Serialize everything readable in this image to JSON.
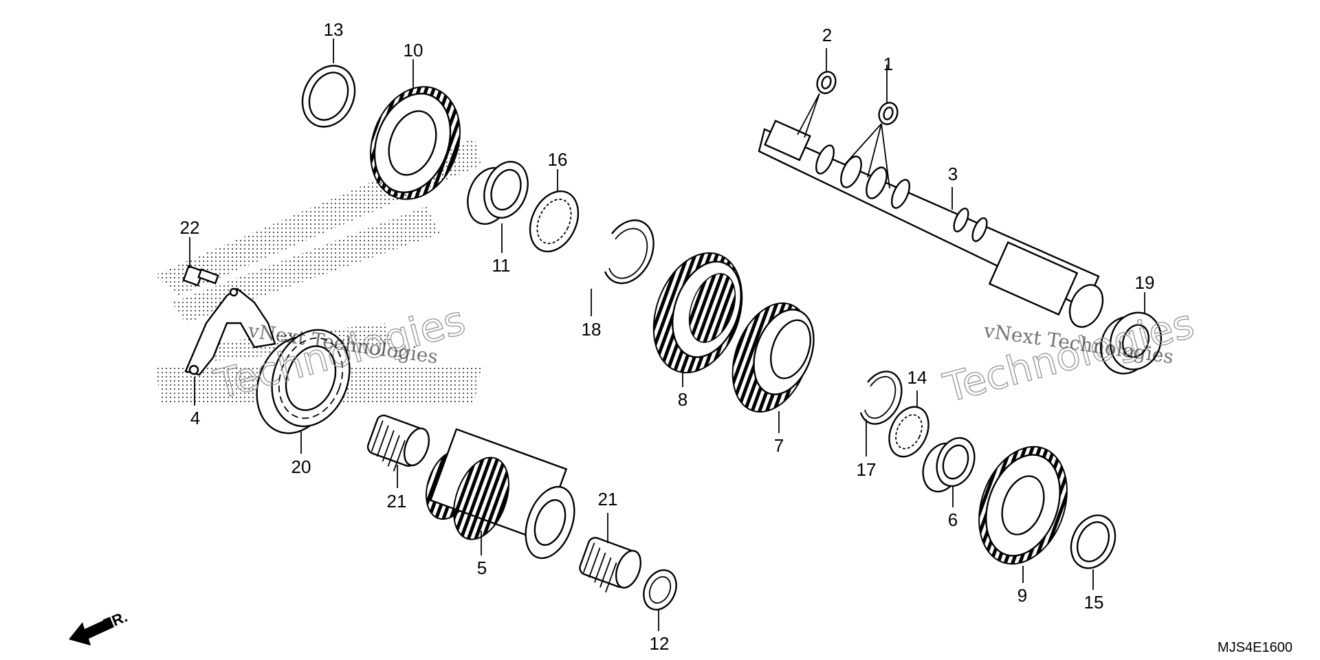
{
  "diagram": {
    "callouts": [
      "1",
      "2",
      "3",
      "4",
      "5",
      "6",
      "7",
      "8",
      "9",
      "10",
      "11",
      "12",
      "13",
      "14",
      "15",
      "16",
      "17",
      "18",
      "19",
      "20",
      "21",
      "21",
      "22"
    ],
    "part_code": "MJS4E1600",
    "direction_label": "FR.",
    "watermark": "vNext Technologies",
    "watermark_outline": "Technologies"
  }
}
